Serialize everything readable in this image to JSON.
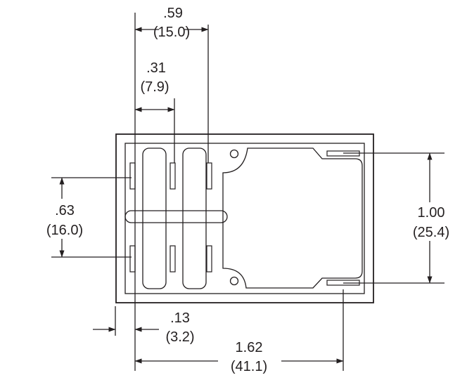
{
  "dimensions": {
    "width_059": {
      "inch": ".59",
      "mm": "(15.0)"
    },
    "width_031": {
      "inch": ".31",
      "mm": "(7.9)"
    },
    "height_063": {
      "inch": ".63",
      "mm": "(16.0)"
    },
    "height_100": {
      "inch": "1.00",
      "mm": "(25.4)"
    },
    "offset_013": {
      "inch": ".13",
      "mm": "(3.2)"
    },
    "length_162": {
      "inch": "1.62",
      "mm": "(41.1)"
    }
  },
  "colors": {
    "line": "#231f20",
    "background": "#ffffff"
  }
}
